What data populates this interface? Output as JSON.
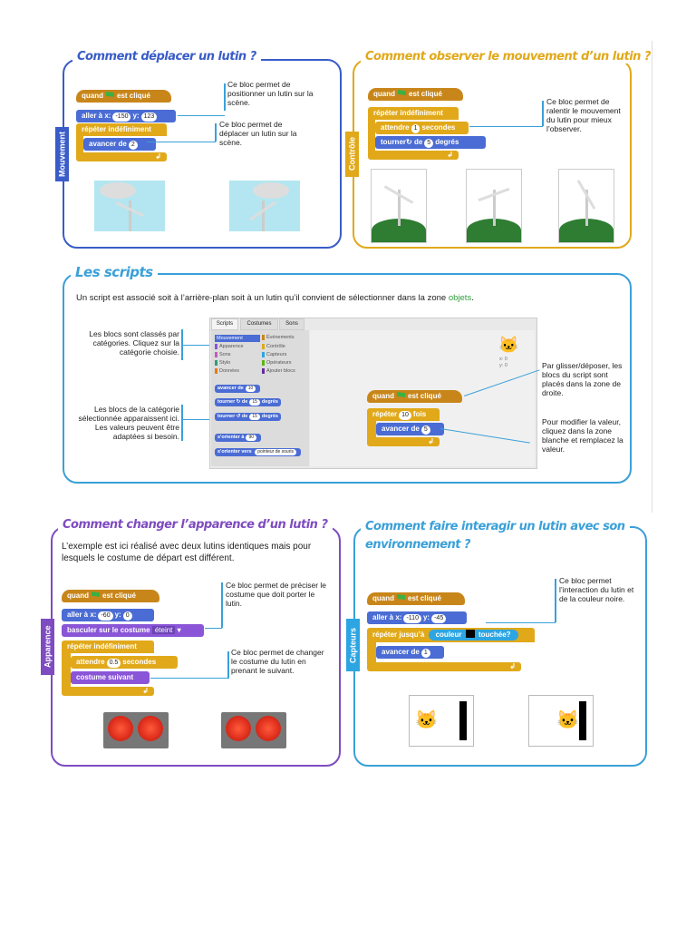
{
  "colors": {
    "blue": "#3a5cc8",
    "orange": "#e1a91a",
    "cyan": "#3aa0d8",
    "purple": "#7e4cc0"
  },
  "panel1": {
    "title": "Comment déplacer un lutin ?",
    "tab": "Mouvement",
    "blocks": {
      "when": "quand",
      "clicked": "est cliqué",
      "goto": "aller à x:",
      "x": "-150",
      "y_label": "y:",
      "y": "123",
      "forever": "répéter indéfiniment",
      "move": "avancer de",
      "move_n": "2"
    },
    "comment1": "Ce bloc permet de positionner un lutin sur la scène.",
    "comment2": "Ce bloc permet de déplacer un lutin sur la scène."
  },
  "panel2": {
    "title": "Comment observer le mouvement d’un lutin ?",
    "tab": "Contrôle",
    "blocks": {
      "when": "quand",
      "clicked": "est cliqué",
      "forever": "répéter indéfiniment",
      "wait": "attendre",
      "wait_n": "1",
      "seconds": "secondes",
      "turn": "tourner",
      "of": "de",
      "turn_n": "5",
      "degrees": "degrés"
    },
    "comment": "Ce bloc permet de ralentir le mouvement du lutin pour mieux l’observer."
  },
  "panel3": {
    "title": "Les scripts",
    "intro": "Un script est associé soit à l’arrière-plan soit à un lutin qu’il convient de sélectionner dans la zone",
    "intro_link": "objets",
    "left_comment1": "Les blocs sont classés par catégories. Cliquez sur la catégorie choisie.",
    "left_comment2": "Les blocs de la catégorie sélectionnée apparaissent ici. Les valeurs peuvent être adaptées si besoin.",
    "right_comment1": "Par glisser/déposer, les blocs du script sont placés dans la zone de droite.",
    "right_comment2": "Pour modifier la valeur, cliquez dans la zone blanche et remplacez la valeur.",
    "editor": {
      "tabs": [
        "Scripts",
        "Costumes",
        "Sons"
      ],
      "cats_left": [
        "Mouvement",
        "Apparence",
        "Sons",
        "Stylo",
        "Données"
      ],
      "cats_right": [
        "Événements",
        "Contrôle",
        "Capteurs",
        "Opérateurs",
        "Ajouter blocs"
      ],
      "palette": [
        "avancer de",
        "tourner",
        "de",
        "degrés",
        "tourner",
        "de",
        "degrés",
        "s'orienter à",
        "s'orienter vers",
        "pointeur de souris"
      ],
      "palette_nums": [
        "10",
        "15",
        "15",
        "90"
      ],
      "coords": [
        "x: 0",
        "y: 0"
      ],
      "script": {
        "when": "quand",
        "clicked": "est cliqué",
        "repeat": "répéter",
        "repeat_n": "10",
        "times": "fois",
        "move": "avancer de",
        "move_n": "5"
      }
    }
  },
  "panel4": {
    "title": "Comment changer l’apparence d’un lutin ?",
    "tab": "Apparence",
    "intro": "L’exemple est ici réalisé avec deux lutins identiques mais pour lesquels le costume de départ est différent.",
    "blocks": {
      "when": "quand",
      "clicked": "est cliqué",
      "goto": "aller à x:",
      "x": "-60",
      "y_label": "y:",
      "y": "0",
      "switch": "basculer sur le costume",
      "costume": "éteint",
      "forever": "répéter indéfiniment",
      "wait": "attendre",
      "wait_n": "0.5",
      "seconds": "secondes",
      "next": "costume suivant"
    },
    "comment1": "Ce bloc permet de préciser le costume que doit porter le lutin.",
    "comment2": "Ce bloc permet de changer le costume du lutin en prenant le suivant."
  },
  "panel5": {
    "title_line1": "Comment faire interagir un lutin avec son",
    "title_line2": "environnement ?",
    "tab": "Capteurs",
    "blocks": {
      "when": "quand",
      "clicked": "est cliqué",
      "goto": "aller à x:",
      "x": "-110",
      "y_label": "y:",
      "y": "-45",
      "repeat_until": "répéter jusqu’à",
      "color": "couleur",
      "touched": "touchée?",
      "move": "avancer de",
      "move_n": "1"
    },
    "comment": "Ce bloc permet l’interaction du lutin et de la couleur noire."
  }
}
